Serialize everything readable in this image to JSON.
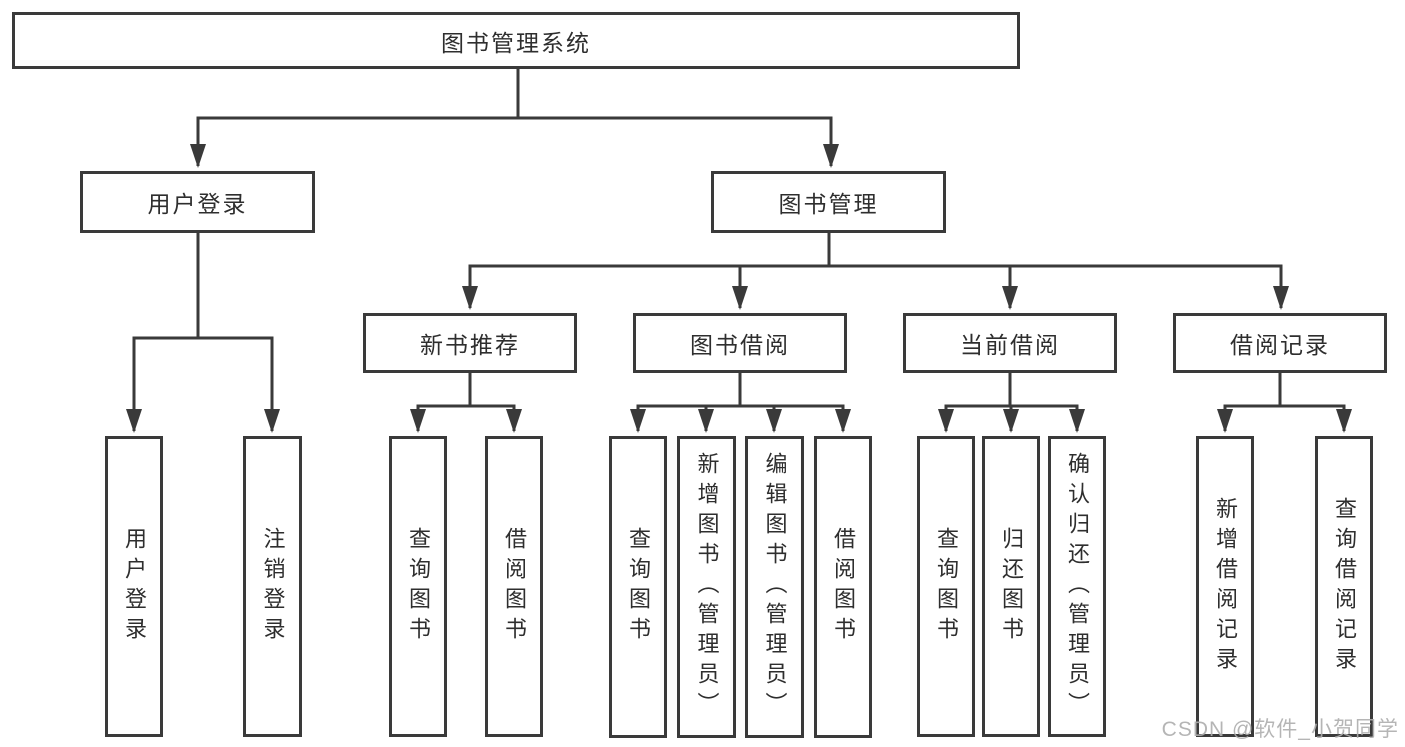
{
  "diagram": {
    "title": "图书管理系统",
    "watermark": "CSDN @软件_小贺同学",
    "colors": {
      "line": "#3a3a3a",
      "box_border": "#3a3a3a",
      "text": "#2e2e2e",
      "watermark": "#aeaeae",
      "background": "#ffffff"
    },
    "tree": {
      "label": "图书管理系统",
      "children": [
        {
          "label": "用户登录",
          "children": [
            {
              "label": "用户登录"
            },
            {
              "label": "注销登录"
            }
          ]
        },
        {
          "label": "图书管理",
          "children": [
            {
              "label": "新书推荐",
              "children": [
                {
                  "label": "查询图书"
                },
                {
                  "label": "借阅图书"
                }
              ]
            },
            {
              "label": "图书借阅",
              "children": [
                {
                  "label": "查询图书"
                },
                {
                  "label": "新增图书（管理员）"
                },
                {
                  "label": "编辑图书（管理员）"
                },
                {
                  "label": "借阅图书"
                }
              ]
            },
            {
              "label": "当前借阅",
              "children": [
                {
                  "label": "查询图书"
                },
                {
                  "label": "归还图书"
                },
                {
                  "label": "确认归还（管理员）"
                }
              ]
            },
            {
              "label": "借阅记录",
              "children": [
                {
                  "label": "新增借阅记录"
                },
                {
                  "label": "查询借阅记录"
                }
              ]
            }
          ]
        }
      ]
    }
  }
}
